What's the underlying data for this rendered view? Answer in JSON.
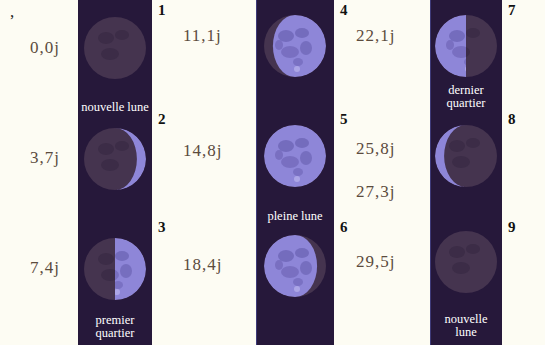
{
  "diagram": {
    "nodes": [
      {
        "text": [
          "nouvelle lune"
        ]
      },
      {
        "text": [
          "premier quartier"
        ]
      },
      {
        "text": [
          "pleine lune"
        ]
      },
      {
        "text": [
          "dernier quartier"
        ]
      },
      {
        "text": [
          "nouvelle lune"
        ]
      }
    ],
    "labels": [
      ",",
      "0,0j",
      "1",
      "3,7j",
      "2",
      "7,4j",
      "3",
      "11,1j",
      "4",
      "14,8j",
      "5",
      "18,4j",
      "6",
      "22,1j",
      "7",
      "25,8j",
      "8",
      "27,3j",
      "29,5j",
      "9"
    ]
  }
}
